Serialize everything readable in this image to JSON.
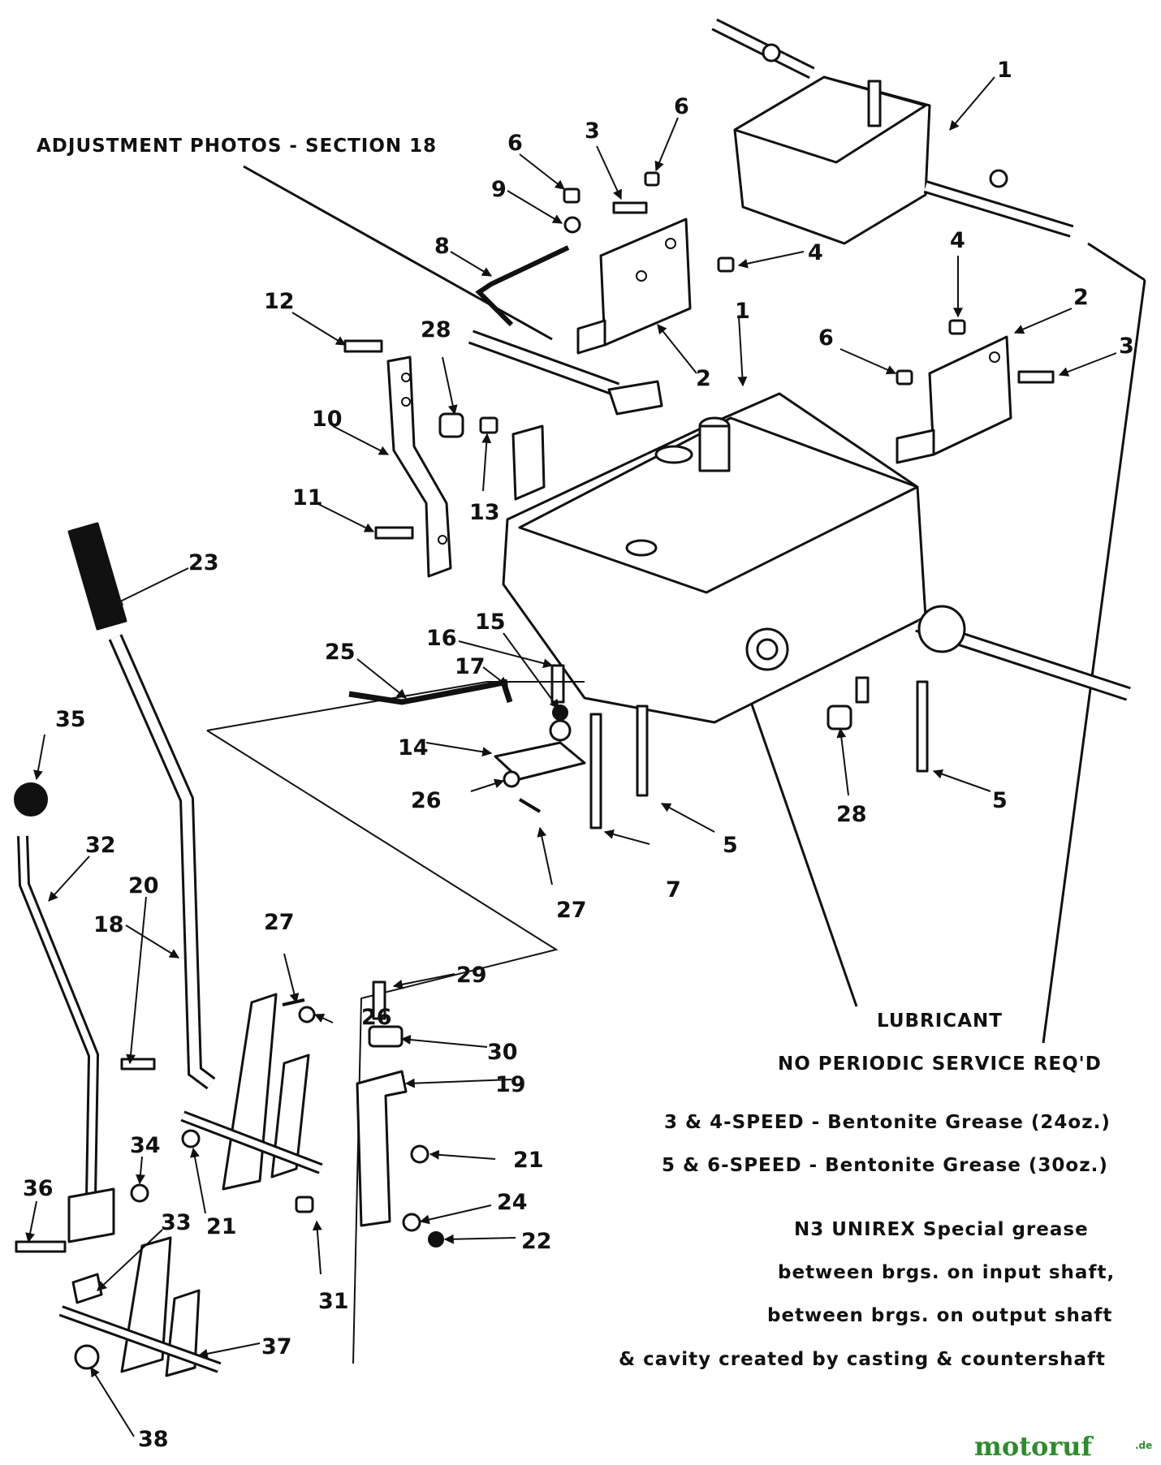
{
  "header_note": "ADJUSTMENT PHOTOS - SECTION 18",
  "lubricant": {
    "title": "LUBRICANT",
    "service": "NO PERIODIC SERVICE REQ'D",
    "grease_34": "3 & 4-SPEED - Bentonite Grease (24oz.)",
    "grease_56": "5 & 6-SPEED - Bentonite Grease (30oz.)",
    "special_1": "N3 UNIREX Special grease",
    "special_2": "between brgs. on input shaft,",
    "special_3": "between brgs. on output shaft",
    "special_4": "& cavity created by casting & countershaft"
  },
  "watermark": "motoruf",
  "watermark_suffix": ".de",
  "callouts": {
    "c1a": "1",
    "c1b": "1",
    "c2a": "2",
    "c2b": "2",
    "c3a": "3",
    "c3b": "3",
    "c4a": "4",
    "c4b": "4",
    "c5a": "5",
    "c5b": "5",
    "c6a": "6",
    "c6b": "6",
    "c6c": "6",
    "c7": "7",
    "c8": "8",
    "c9": "9",
    "c10": "10",
    "c11": "11",
    "c12": "12",
    "c13": "13",
    "c14": "14",
    "c15": "15",
    "c16": "16",
    "c17": "17",
    "c18": "18",
    "c19": "19",
    "c20": "20",
    "c21a": "21",
    "c21b": "21",
    "c22": "22",
    "c23": "23",
    "c24": "24",
    "c25": "25",
    "c26a": "26",
    "c26b": "26",
    "c27a": "27",
    "c27b": "27",
    "c28a": "28",
    "c28b": "28",
    "c29": "29",
    "c30": "30",
    "c31": "31",
    "c32": "32",
    "c33": "33",
    "c34": "34",
    "c35": "35",
    "c36": "36",
    "c37": "37",
    "c38": "38"
  }
}
